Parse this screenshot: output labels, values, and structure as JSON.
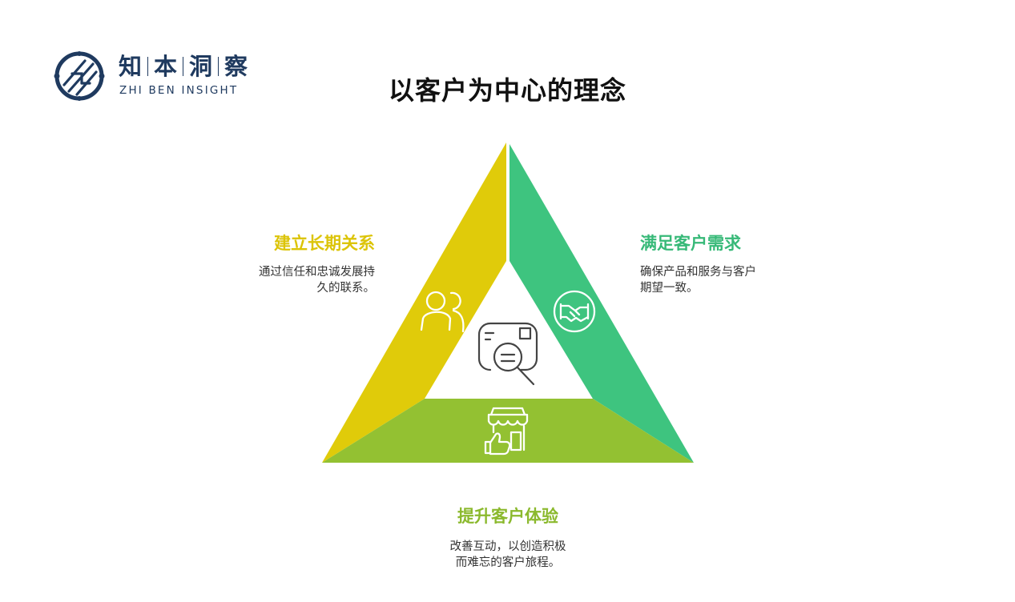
{
  "logo": {
    "cn_chars": [
      "知",
      "本",
      "洞",
      "察"
    ],
    "en": "ZHI BEN INSIGHT",
    "color": "#1f3a5f"
  },
  "title": "以客户为中心的理念",
  "colors": {
    "left": "#e0cb0a",
    "right": "#3ec47f",
    "bottom": "#93c132",
    "icon_stroke": "#ffffff",
    "center_icon_stroke": "#444444"
  },
  "segments": {
    "left": {
      "heading": "建立长期关系",
      "desc_lines": [
        "通过信任和忠诚发展持",
        "久的联系。"
      ],
      "icon": "people-icon"
    },
    "right": {
      "heading": "满足客户需求",
      "desc_lines": [
        "确保产品和服务与客户",
        "期望一致。"
      ],
      "icon": "handshake-icon"
    },
    "bottom": {
      "heading": "提升客户体验",
      "desc_lines": [
        "改善互动，以创造积极",
        "而难忘的客户旅程。"
      ],
      "icon": "storefront-thumbsup-icon"
    },
    "center": {
      "icon": "customer-profile-search-icon"
    }
  }
}
